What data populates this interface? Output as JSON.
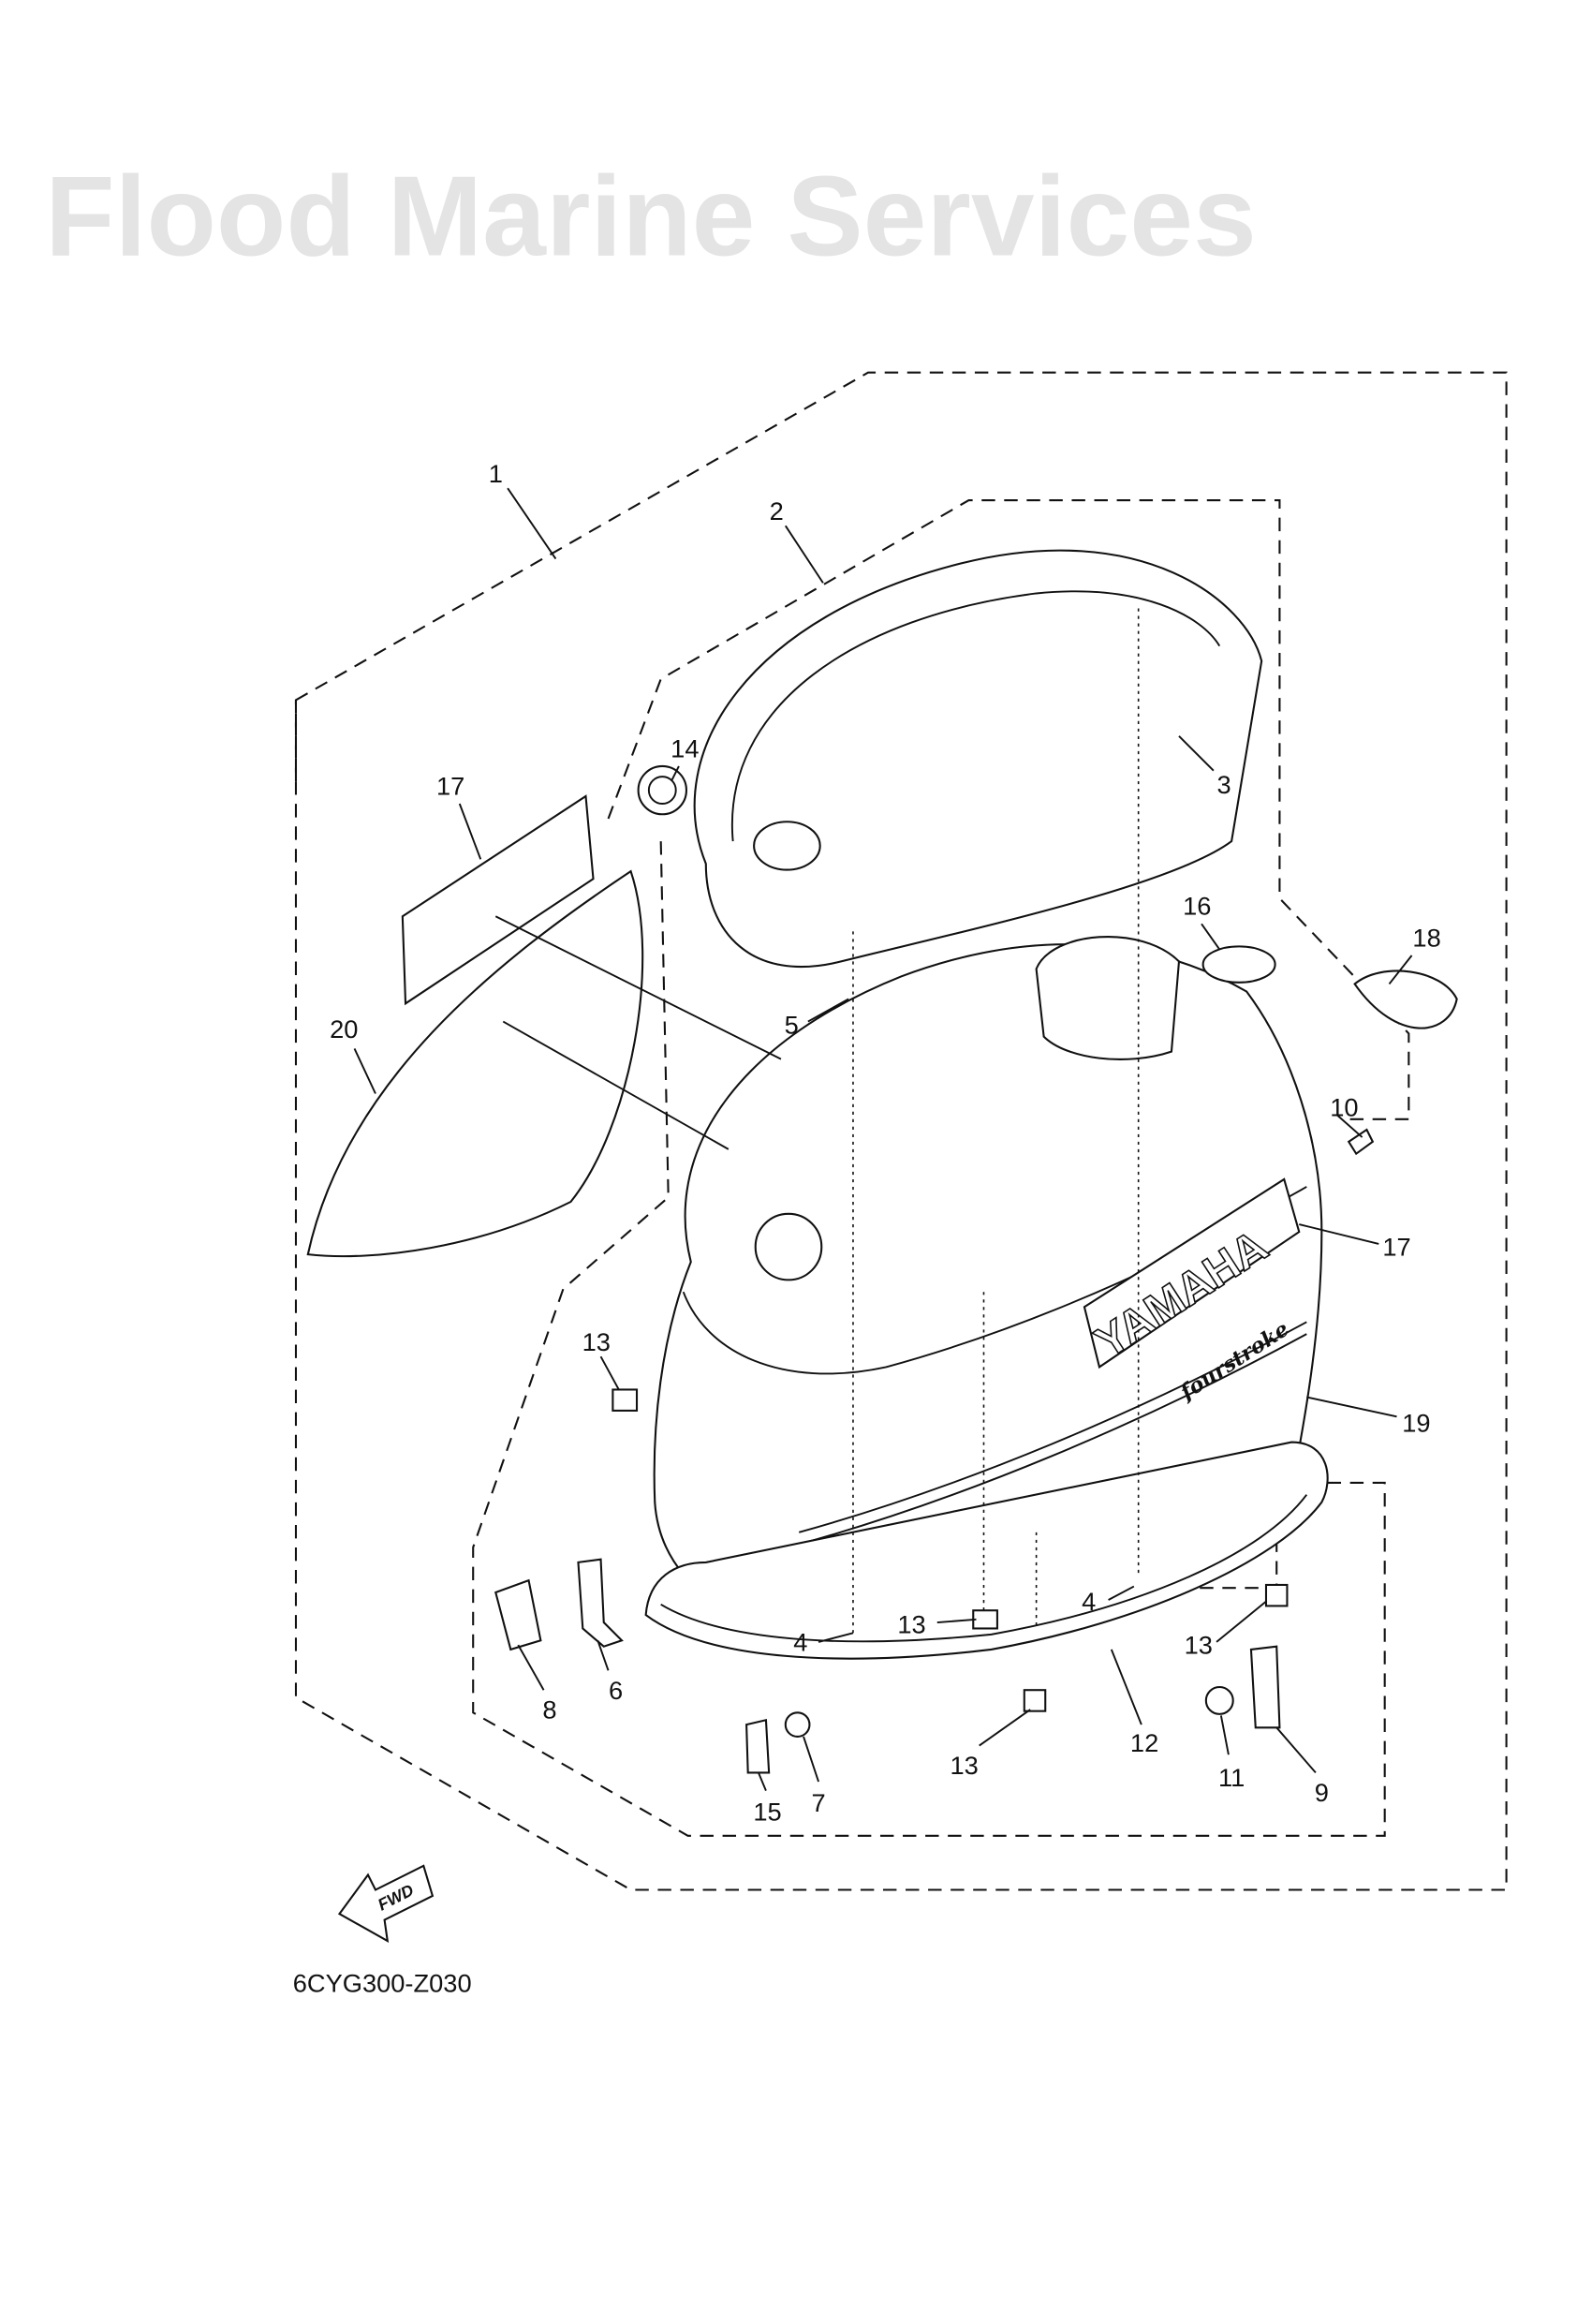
{
  "watermark": "Flood Marine Services",
  "diagram_code": "6CYG300-Z030",
  "fwd_label": "FWD",
  "decal_text": {
    "brand": "YAMAHA",
    "model": "fourstroke"
  },
  "callouts": [
    "1",
    "2",
    "3",
    "14",
    "17",
    "20",
    "5",
    "16",
    "18",
    "10",
    "17",
    "19",
    "13",
    "8",
    "6",
    "4",
    "13",
    "4",
    "13",
    "12",
    "13",
    "15",
    "7",
    "11",
    "9"
  ]
}
